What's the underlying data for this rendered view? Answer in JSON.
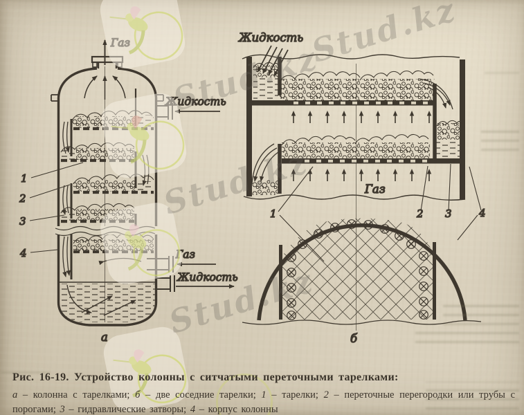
{
  "watermark": {
    "brand": "Stud.kz"
  },
  "figure": {
    "col_gas_out": "Газ",
    "col_liquid_in": "Жидкость",
    "col_gas_in": "Газ",
    "col_liquid_out": "Жидкость",
    "tray_liquid": "Жидкость",
    "tray_gas": "Газ",
    "label_a": "а",
    "label_b": "б",
    "n1": "1",
    "n2": "2",
    "n3": "3",
    "n4": "4"
  },
  "caption": {
    "title": "Рис. 16-19. Устройство колонны с ситчатыми переточными тарелками:",
    "legend": [
      {
        "k": "а",
        "sep": " – ",
        "d": "колонна с тарелками; "
      },
      {
        "k": "б",
        "sep": " – ",
        "d": "две соседние тарелки; "
      },
      {
        "k": "1",
        "sep": " – ",
        "d": "тарелки; "
      },
      {
        "k": "2",
        "sep": " – ",
        "d": "переточные перегородки или трубы с порогами; "
      },
      {
        "k": "3",
        "sep": " – ",
        "d": "гидравлические затворы; "
      },
      {
        "k": "4",
        "sep": " – ",
        "d": "корпус колонны"
      }
    ]
  },
  "colors": {
    "paper": "#d9d0bc",
    "ink": "#332d24",
    "logo_green": "#ccd668",
    "logo_pink": "#e9c6ca"
  }
}
